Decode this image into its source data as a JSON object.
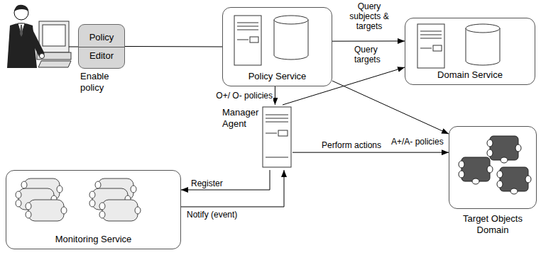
{
  "diagram": {
    "nodes": [
      {
        "text": [
          "Policy Editor"
        ]
      },
      {
        "text": [
          "Policy Service"
        ]
      },
      {
        "text": [
          "Domain Service"
        ]
      },
      {
        "text": [
          "Manager Agent"
        ]
      },
      {
        "text": [
          "Monitoring Service"
        ]
      },
      {
        "text": [
          "Target Objects Domain"
        ]
      }
    ],
    "edges": [
      {
        "from": 0,
        "to": 1,
        "arrow": "none"
      },
      {
        "from": 1,
        "to": 2,
        "label": "Query subjects & targets",
        "arrow": "to"
      },
      {
        "from": 1,
        "to": 3,
        "label": "O+/ O- policies",
        "arrow": "to"
      },
      {
        "from": 3,
        "to": 2,
        "label": "Query targets",
        "arrow": "to"
      },
      {
        "from": 1,
        "to": 5,
        "label": "A+/A- policies",
        "arrow": "to"
      },
      {
        "from": 3,
        "to": 4,
        "label": "Register",
        "arrow": "to"
      },
      {
        "from": 4,
        "to": 3,
        "label": "Notify (event)",
        "arrow": "to"
      },
      {
        "from": 3,
        "to": 5,
        "label": "Perform actions",
        "arrow": "to"
      }
    ],
    "labels": [
      "Enable policy"
    ]
  }
}
